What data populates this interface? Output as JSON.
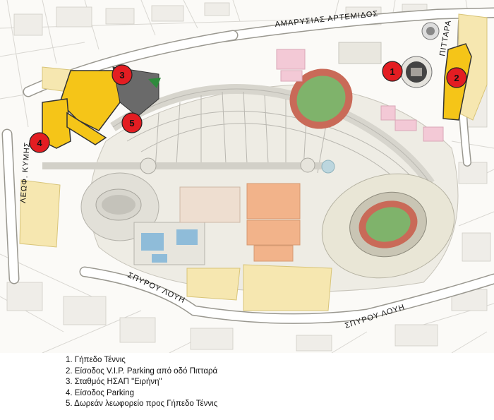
{
  "roads": {
    "amarousias_artemidos": "ΑΜΑΡΥΣΙΑΣ ΑΡΤΕΜΙΔΟΣ",
    "pittara": "ΠΙΤΤΑΡΑ",
    "leof_kymis": "ΛΕΩΦ. ΚΥΜΗΣ",
    "spyrou_louh_west": "ΣΠΥΡΟΥ ΛΟΥΗ",
    "spyrou_louh_east": "ΣΠΥΡΟΥ ΛΟΥΗ"
  },
  "markers": [
    {
      "number": "1"
    },
    {
      "number": "2"
    },
    {
      "number": "3"
    },
    {
      "number": "4"
    },
    {
      "number": "5"
    }
  ],
  "legend": [
    "1. Γήπεδο Τέννις",
    "2. Είσοδος V.I.P. Parking από οδό Πιτταρά",
    "3. Σταθμός ΗΣΑΠ \"Ειρήνη\"",
    "4. Είσοδος Parking",
    "5. Δωρεάν λεωφορείο προς Γήπεδο Τέννις"
  ],
  "colors": {
    "marker_fill": "#e31d22",
    "parking_highlight": "#f5c518",
    "parking_pale": "#f6e7b0",
    "track_red": "#c96a58",
    "field_green": "#7fb36b",
    "roof_salmon": "#f2b38a"
  }
}
